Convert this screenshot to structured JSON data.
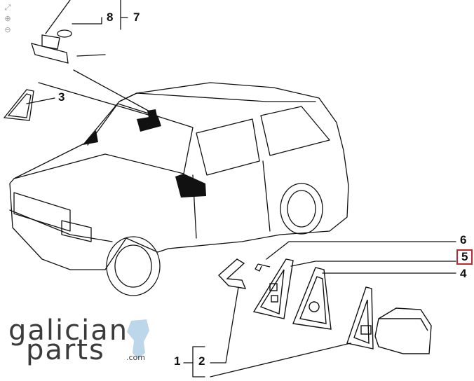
{
  "toolbar": {
    "icons": [
      "fit-icon",
      "zoom-in-icon",
      "zoom-out-icon"
    ]
  },
  "callouts": {
    "c1": "1",
    "c2": "2",
    "c3": "3",
    "c4": "4",
    "c5": "5",
    "c6": "6",
    "c7": "7",
    "c8": "8"
  },
  "brand": {
    "line1": "galician",
    "line2": "parts",
    "domain": ".com"
  },
  "colors": {
    "line": "#111111",
    "highlight": "#c0282d",
    "brand_text": "#3b3b3b",
    "brand_map": "#bcd6ea"
  }
}
